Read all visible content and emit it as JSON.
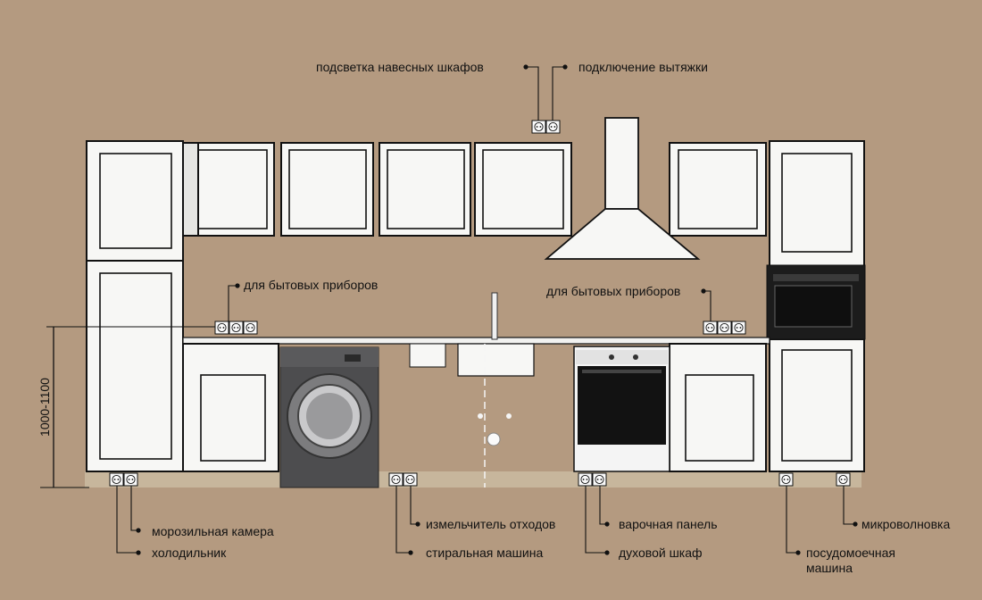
{
  "labels": {
    "cabinet_lighting": "подсветка навесных шкафов",
    "hood_connection": "подключение вытяжки",
    "appliances_left": "для бытовых приборов",
    "appliances_right": "для бытовых приборов",
    "height_dimension": "1000-1100",
    "freezer": "морозильная камера",
    "fridge": "холодильник",
    "disposer": "измельчитель отходов",
    "washer": "стиральная машина",
    "hob": "варочная панель",
    "oven": "духовой шкаф",
    "microwave": "микроволновка",
    "dishwasher_line1": "посудомоечная",
    "dishwasher_line2": "машина"
  },
  "colors": {
    "wall": "#b49a80",
    "cabinet": "#f7f7f5",
    "countertop": "#f2f2f0",
    "appliance_dark": "#1c1c1c",
    "washer_body": "#4d4d4f",
    "plinth": "#c7b69c"
  },
  "icons": {
    "socket": "double-power-outlet-icon"
  }
}
